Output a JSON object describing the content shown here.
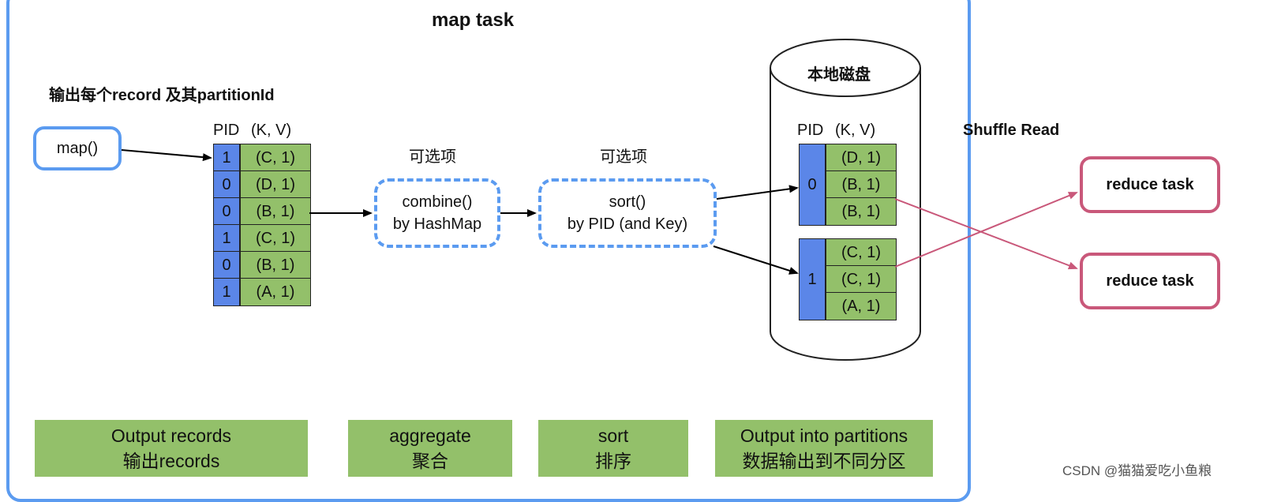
{
  "map_task": {
    "title": "map task"
  },
  "output_label": "输出每个record 及其partitionId",
  "map_fn": "map()",
  "table_header": {
    "pid": "PID",
    "kv": "(K, V)"
  },
  "records": [
    {
      "pid": "1",
      "kv": "(C, 1)"
    },
    {
      "pid": "0",
      "kv": "(D, 1)"
    },
    {
      "pid": "0",
      "kv": "(B, 1)"
    },
    {
      "pid": "1",
      "kv": "(C, 1)"
    },
    {
      "pid": "0",
      "kv": "(B, 1)"
    },
    {
      "pid": "1",
      "kv": "(A, 1)"
    }
  ],
  "optional_label": "可选项",
  "combine": {
    "line1": "combine()",
    "line2": "by HashMap"
  },
  "sort_box": {
    "line1": "sort()",
    "line2": "by PID (and Key)"
  },
  "disk": {
    "title": "本地磁盘",
    "header_pid": "PID",
    "header_kv": "(K, V)",
    "partitions": [
      {
        "pid": "0",
        "records": [
          "(D, 1)",
          "(B, 1)",
          "(B, 1)"
        ]
      },
      {
        "pid": "1",
        "records": [
          "(C, 1)",
          "(C, 1)",
          "(A, 1)"
        ]
      }
    ]
  },
  "shuffle_read": "Shuffle Read",
  "reduce_tasks": [
    "reduce task",
    "reduce task"
  ],
  "footers": [
    {
      "line1": "Output records",
      "line2": "输出records"
    },
    {
      "line1": "aggregate",
      "line2": "聚合"
    },
    {
      "line1": "sort",
      "line2": "排序"
    },
    {
      "line1": "Output into partitions",
      "line2": "数据输出到不同分区"
    }
  ],
  "watermark": "CSDN @猫猫爱吃小鱼粮",
  "colors": {
    "blue": "#5b9bf0",
    "pid_blue": "#5b86e8",
    "green": "#93c06a",
    "red": "#c9587a"
  }
}
